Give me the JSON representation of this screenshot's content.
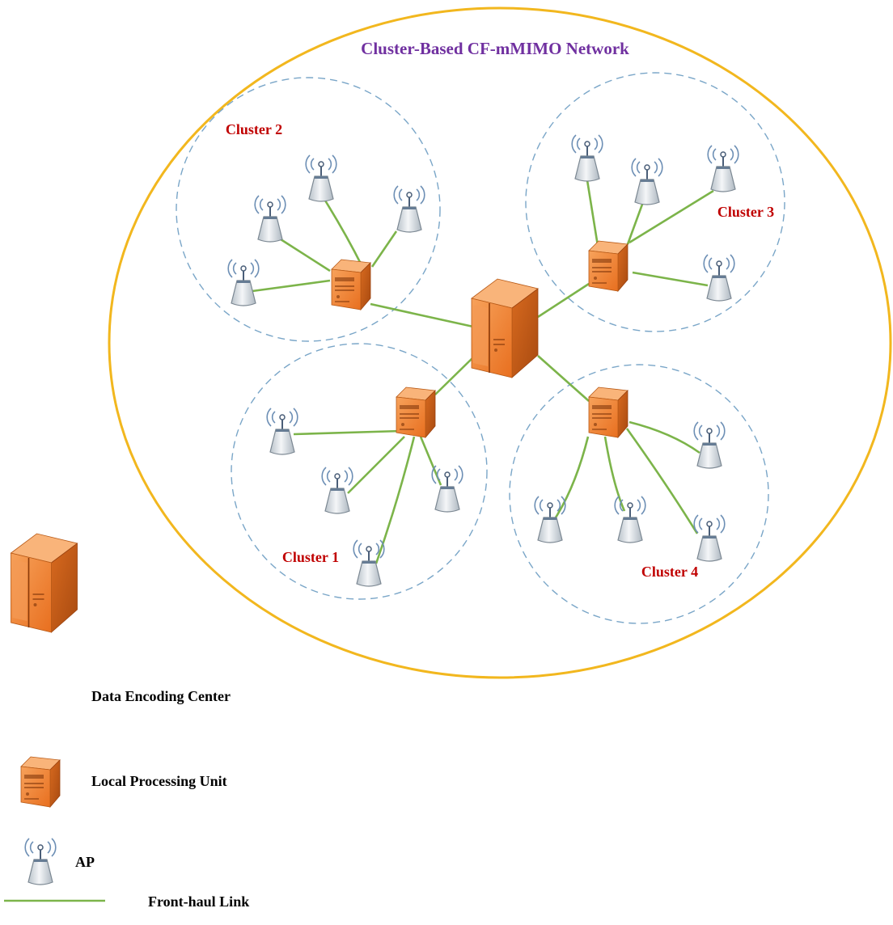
{
  "title": "Cluster-Based CF-mMIMO Network",
  "clusters": [
    {
      "label": "Cluster 1"
    },
    {
      "label": "Cluster 2"
    },
    {
      "label": "Cluster 3"
    },
    {
      "label": "Cluster 4"
    }
  ],
  "legend": {
    "data_encoding_center": "Data Encoding Center",
    "local_processing_unit": "Local Processing Unit",
    "ap": "AP",
    "fronthaul_link": "Front-haul Link"
  },
  "colors": {
    "outer_boundary": "#f2b71e",
    "cluster_boundary": "#7aa6c8",
    "link": "#7cb44a",
    "title": "#7030a0",
    "cluster_label": "#c00000",
    "server_front": "#ef7f2a",
    "server_side": "#c65a14",
    "ap_body": "#d5dbe0"
  }
}
